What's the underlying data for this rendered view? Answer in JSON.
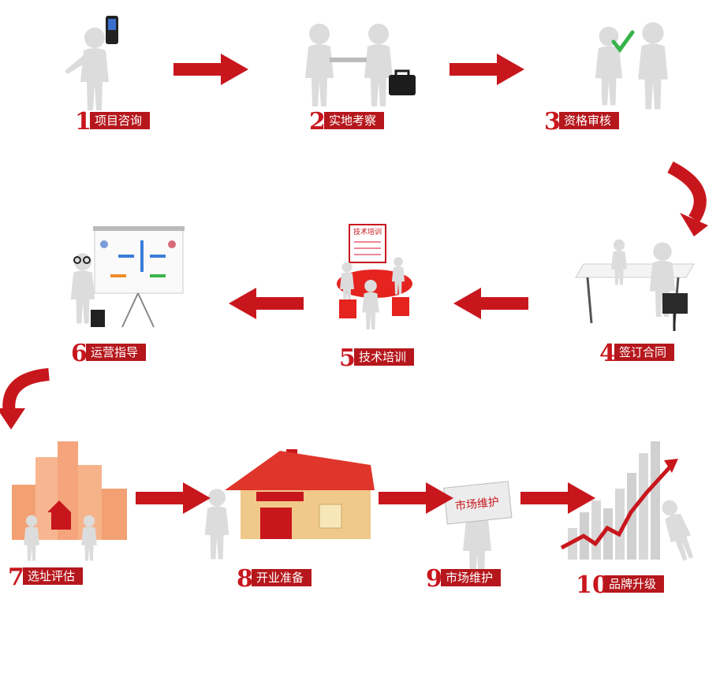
{
  "palette": {
    "accent_red": "#c8161d",
    "label_bg": "#b5171c",
    "figure": "#d8d8d8",
    "house_roof": "#e0352a",
    "house_wall": "#f0c98a"
  },
  "steps": [
    {
      "number": "1",
      "label": "项目咨询"
    },
    {
      "number": "2",
      "label": "实地考察"
    },
    {
      "number": "3",
      "label": "资格审核"
    },
    {
      "number": "4",
      "label": "签订合同"
    },
    {
      "number": "5",
      "label": "技术培训"
    },
    {
      "number": "6",
      "label": "运营指导"
    },
    {
      "number": "7",
      "label": "选址评估"
    },
    {
      "number": "8",
      "label": "开业准备"
    },
    {
      "number": "9",
      "label": "市场维护"
    },
    {
      "number": "10",
      "label": "品牌升级"
    }
  ],
  "illustration_text": {
    "training_board": "技术培训",
    "sign_board": "市场维护"
  },
  "icons": [
    "phone-icon",
    "handshake-icon",
    "checkmark-icon",
    "meeting-table-icon",
    "training-table-icon",
    "presentation-board-icon",
    "buildings-icon",
    "house-icon",
    "sign-icon",
    "growth-chart-icon"
  ]
}
